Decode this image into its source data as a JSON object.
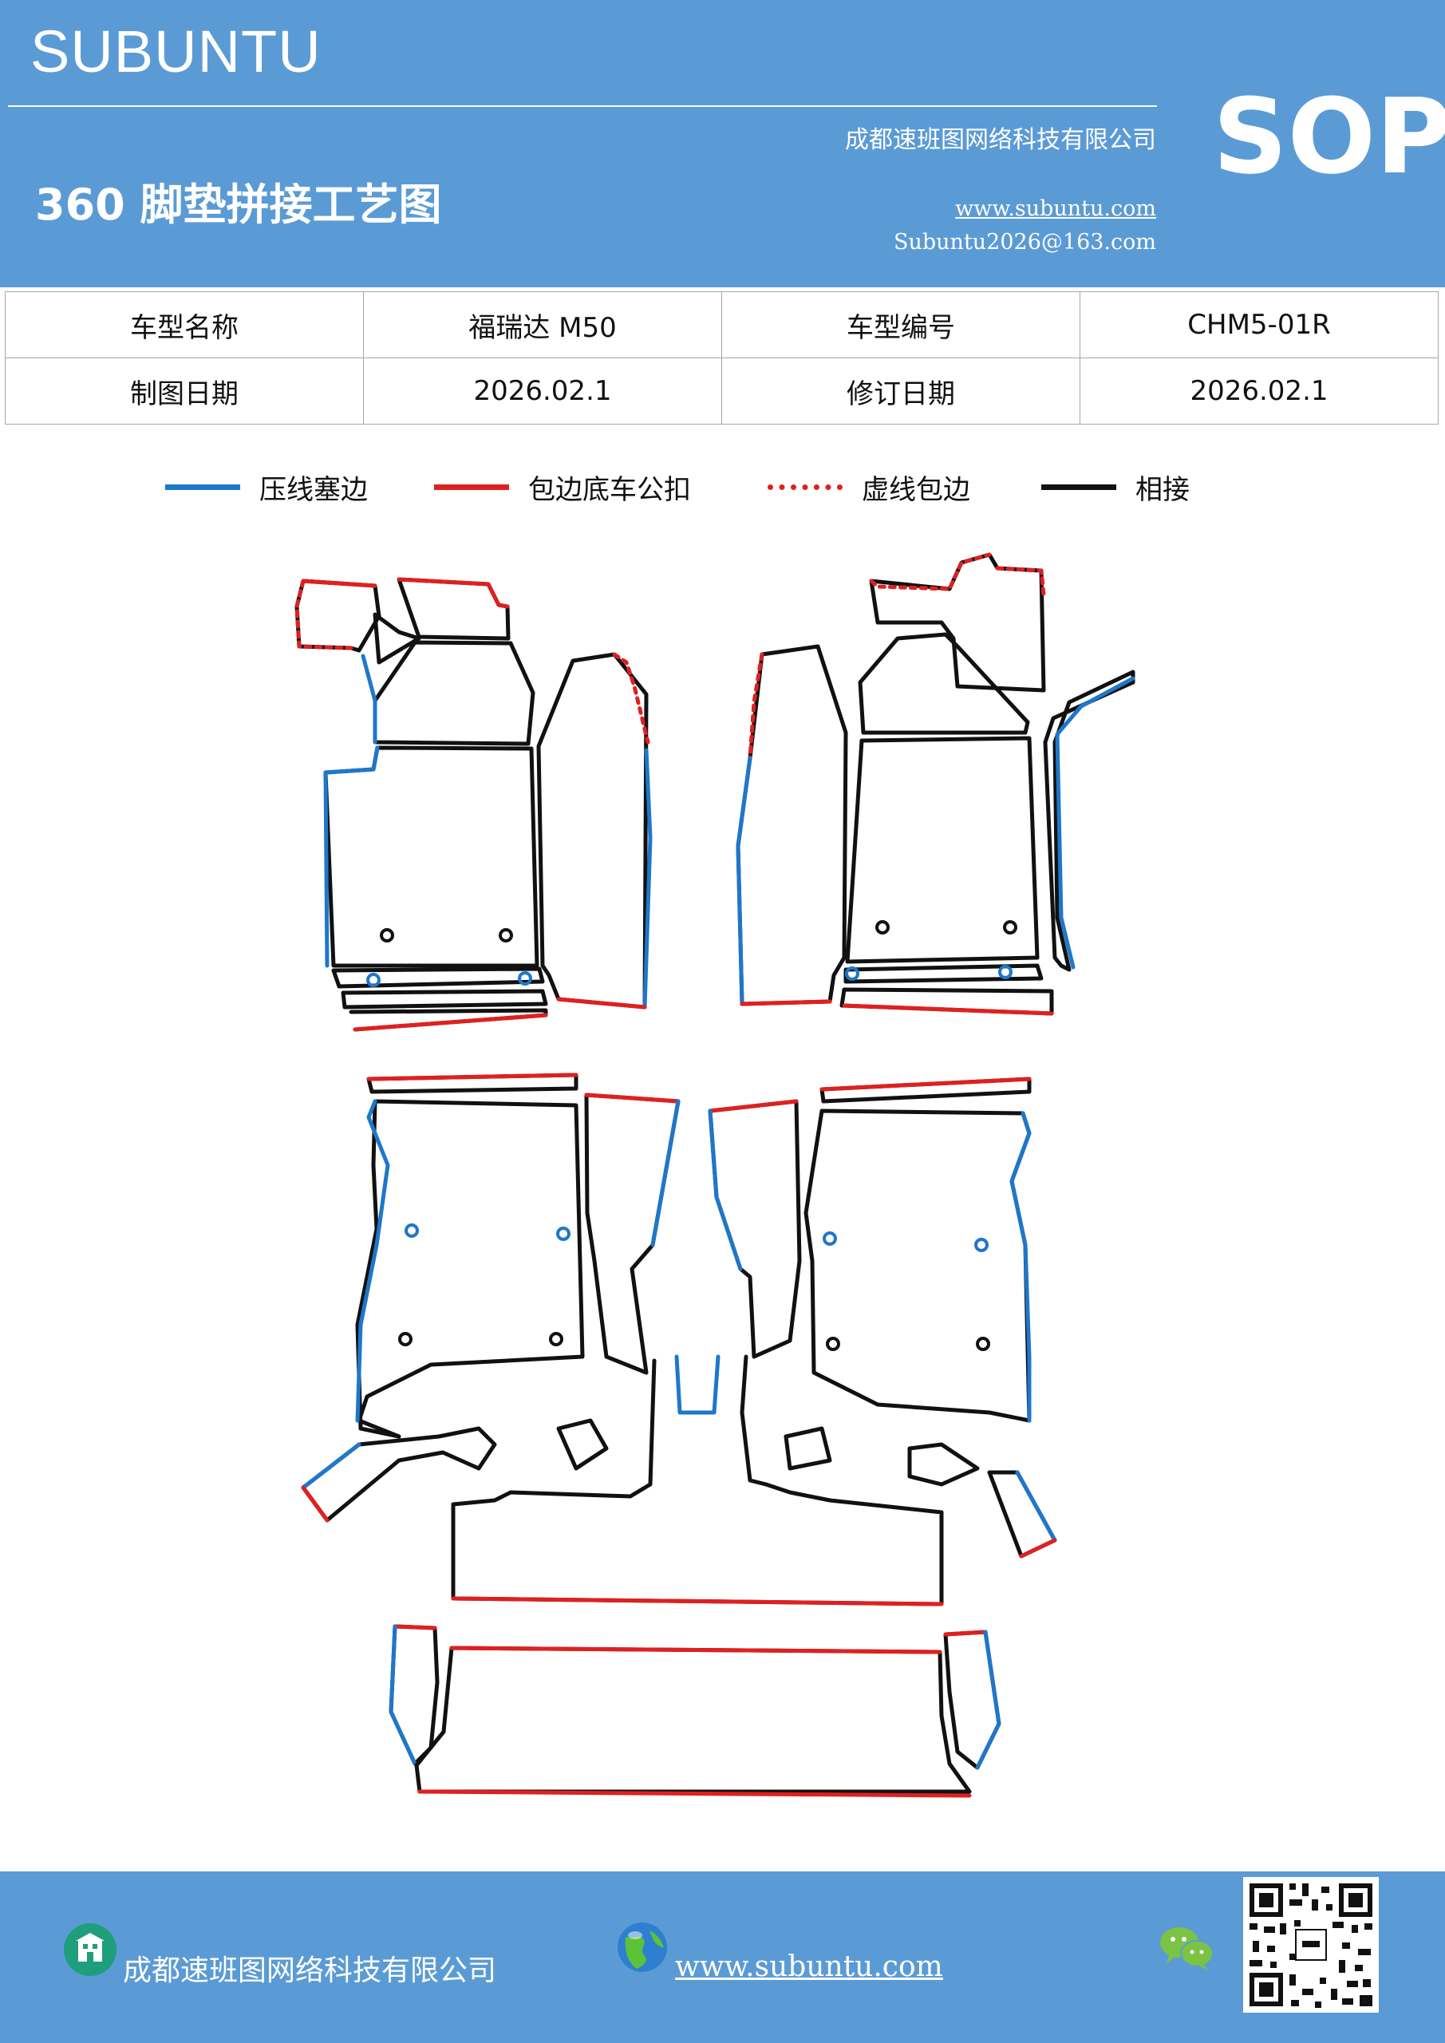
{
  "header": {
    "brand": "SUBUNTU",
    "company": "成都速班图网络科技有限公司",
    "title": "360 脚垫拼接工艺图",
    "website": "www.subuntu.com",
    "email": "Subuntu2026@163.com",
    "badge": "SOP",
    "background_color": "#5b9bd5"
  },
  "info_table": {
    "rows": [
      [
        "车型名称",
        "福瑞达 M50",
        "车型编号",
        "CHM5-01R"
      ],
      [
        "制图日期",
        "2026.02.1",
        "修订日期",
        "2026.02.1"
      ]
    ]
  },
  "legend": [
    {
      "label": "压线塞边",
      "color": "#1f77c9",
      "style": "solid"
    },
    {
      "label": "包边底车公扣",
      "color": "#e02020",
      "style": "solid"
    },
    {
      "label": "虚线包边",
      "color": "#e02020",
      "style": "dotted"
    },
    {
      "label": "相接",
      "color": "#111111",
      "style": "solid"
    }
  ],
  "footer": {
    "company": "成都速班图网络科技有限公司",
    "website": "www.subuntu.com",
    "icons": [
      "building-icon",
      "globe-icon",
      "wechat-icon",
      "qr-code"
    ]
  }
}
